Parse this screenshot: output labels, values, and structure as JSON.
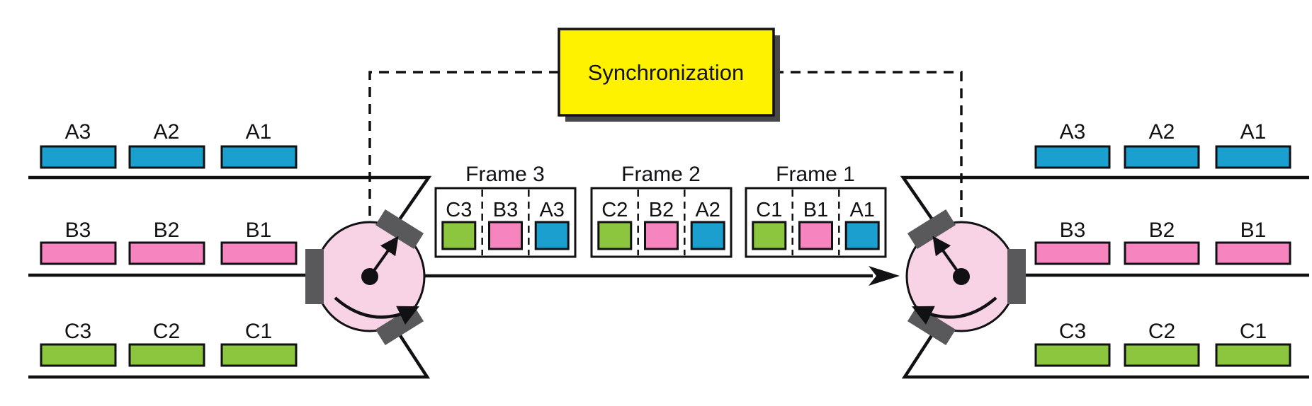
{
  "diagram": {
    "sync_label": "Synchronization",
    "channels": {
      "a": {
        "packets": [
          "A3",
          "A2",
          "A1"
        ]
      },
      "b": {
        "packets": [
          "B3",
          "B2",
          "B1"
        ]
      },
      "c": {
        "packets": [
          "C3",
          "C2",
          "C1"
        ]
      }
    },
    "frames": [
      {
        "title": "Frame 3",
        "slots": [
          "C3",
          "B3",
          "A3"
        ]
      },
      {
        "title": "Frame 2",
        "slots": [
          "C2",
          "B2",
          "A2"
        ]
      },
      {
        "title": "Frame 1",
        "slots": [
          "C1",
          "B1",
          "A1"
        ]
      }
    ],
    "colors": {
      "channel_a": "#1A9FCE",
      "channel_b": "#F584BF",
      "channel_c": "#8CC63E",
      "sync_fill": "#FFF200",
      "switch_fill": "#F8D3E5",
      "pad": "#59595B",
      "shadow": "#47474A"
    }
  }
}
